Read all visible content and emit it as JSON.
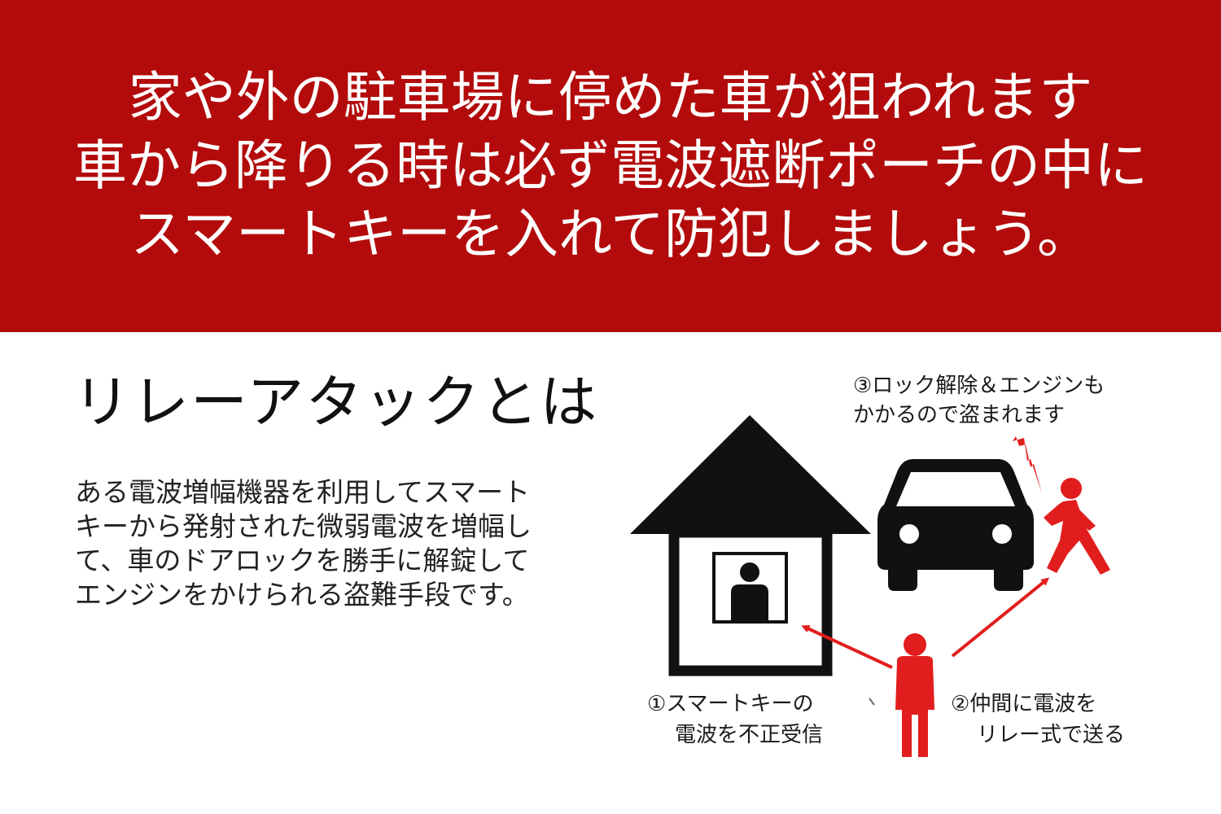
{
  "banner": {
    "lines": [
      "家や外の駐車場に停めた車が狙われます",
      "車から降りる時は必ず電波遮断ポーチの中に",
      "スマートキーを入れて防犯しましょう。"
    ],
    "color": "#b30b0b"
  },
  "section": {
    "title": "リレーアタックとは",
    "description_lines": [
      "ある電波増幅機器を利用してスマート",
      "キーから発射された微弱電波を増幅し",
      "て、車のドアロックを勝手に解錠して",
      "エンジンをかけられる盗難手段です。"
    ]
  },
  "diagram": {
    "step1": [
      "①スマートキーの",
      "電波を不正受信"
    ],
    "step2": [
      "②仲間に電波を",
      "リレー式で送る"
    ],
    "step3": [
      "③ロック解除＆エンジンも",
      "かかるので盗まれます"
    ],
    "icons": [
      "house-icon",
      "person-icon",
      "car-icon",
      "lightning-icon",
      "thief-icon",
      "running-person-icon"
    ],
    "accent": "#e21d1d"
  }
}
